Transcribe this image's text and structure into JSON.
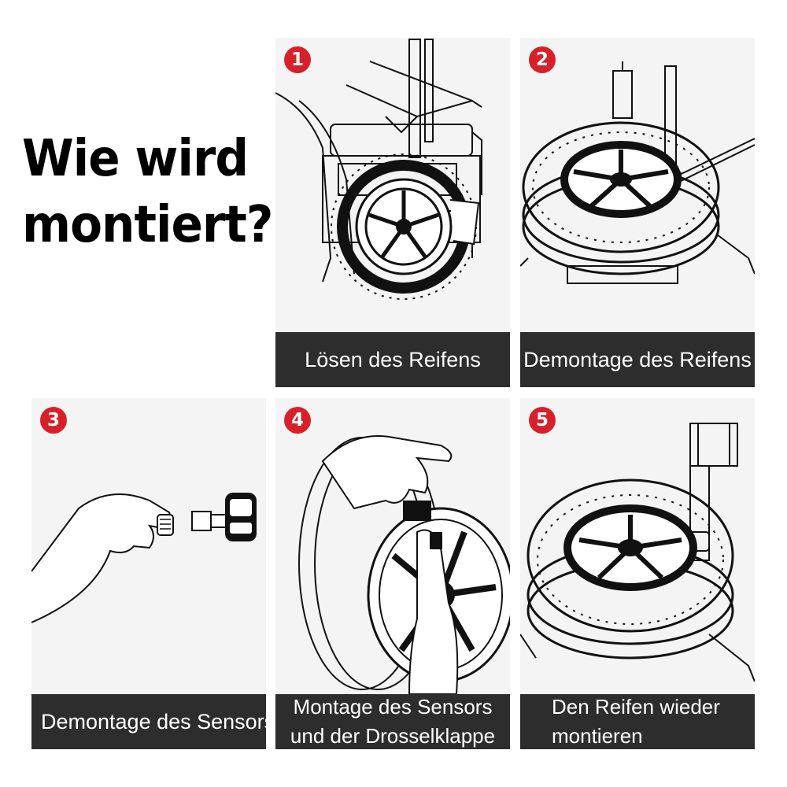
{
  "title": {
    "line1": "Wie wird",
    "line2": "montiert?"
  },
  "steps": [
    {
      "number": "1",
      "caption": "Lösen des Reifens"
    },
    {
      "number": "2",
      "caption": "Demontage des Reifens"
    },
    {
      "number": "3",
      "caption": "Demontage des Sensors"
    },
    {
      "number": "4",
      "caption_line1": "Montage des Sensors",
      "caption_line2": "und der Drosselklappe"
    },
    {
      "number": "5",
      "caption_line1": "Den Reifen wieder",
      "caption_line2": "montieren"
    }
  ],
  "colors": {
    "badge": "#d8202a",
    "caption_bg": "#2d2d2d",
    "panel_bg": "#f4f4f4",
    "line": "#111111"
  }
}
